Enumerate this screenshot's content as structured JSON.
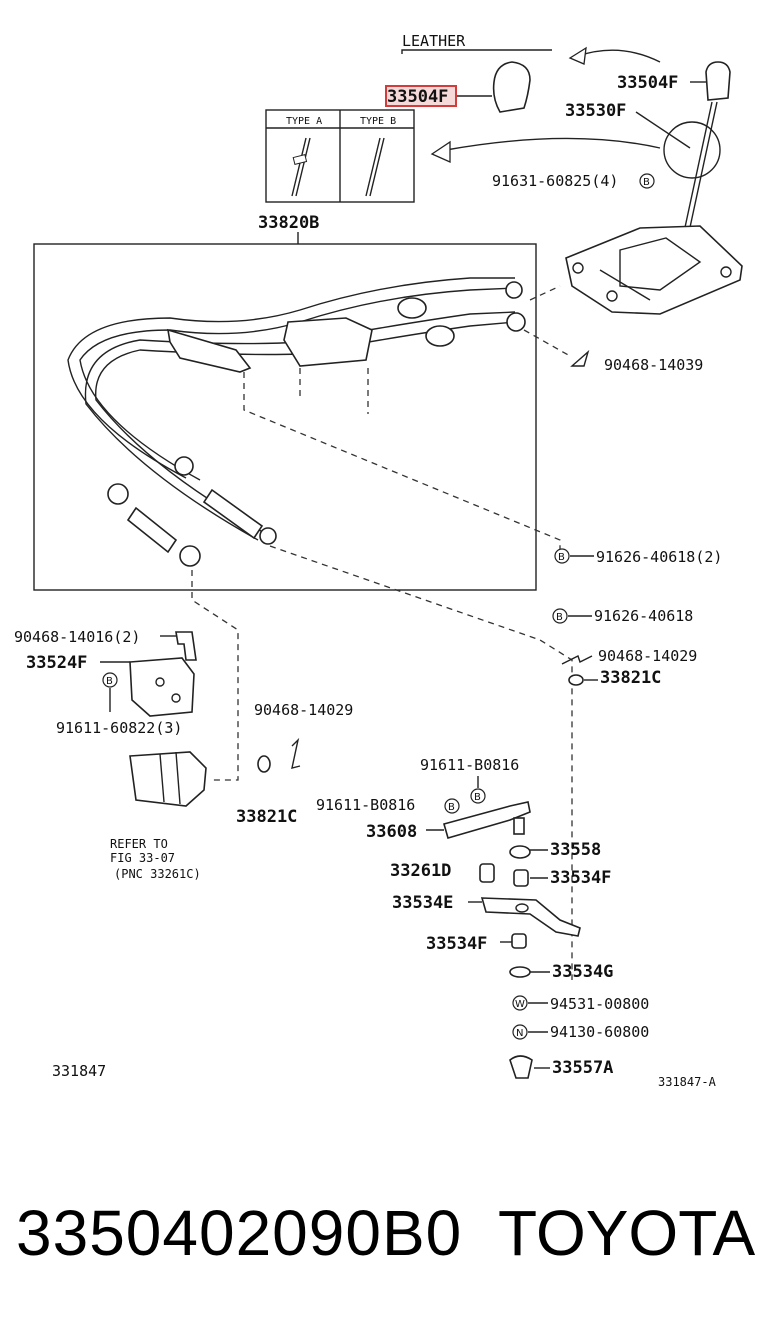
{
  "diagram": {
    "top_note": "LEATHER",
    "type_box": {
      "col_a": "TYPE A",
      "col_b": "TYPE B"
    },
    "labels": {
      "p33504F_highlight": "33504F",
      "p33504F": "33504F",
      "p33530F": "33530F",
      "p91631": "91631-60825(4)",
      "p33820B": "33820B",
      "p90468_14039": "90468-14039",
      "p91626_2": "91626-40618(2)",
      "p91626": "91626-40618",
      "p90468_14016": "90468-14016(2)",
      "p33524F": "33524F",
      "p91611_60822": "91611-60822(3)",
      "p90468_14029_right": "90468-14029",
      "p33821C_right": "33821C",
      "p90468_14029_mid": "90468-14029",
      "p33821C_mid": "33821C",
      "p91611_B0816_a": "91611-B0816",
      "p91611_B0816_b": "91611-B0816",
      "p33608": "33608",
      "p33558": "33558",
      "p33261D": "33261D",
      "p33534F_a": "33534F",
      "p33534E": "33534E",
      "p33534F_b": "33534F",
      "p33534G": "33534G",
      "p94531": "94531-00800",
      "p94130": "94130-60800",
      "p33557A": "33557A"
    },
    "refer_note": [
      "REFER TO",
      "FIG  33-07",
      "(PNC 33261C)"
    ],
    "figure_no": "331847",
    "figure_no_alt": "331847-A",
    "symbols": {
      "b": "B",
      "w": "W",
      "n": "N"
    }
  },
  "footer": {
    "part_number": "3350402090B0",
    "brand": "TOYOTA"
  },
  "colors": {
    "highlight_border": "#d43c3c",
    "highlight_fill": "#f6dada",
    "line": "#222222"
  }
}
